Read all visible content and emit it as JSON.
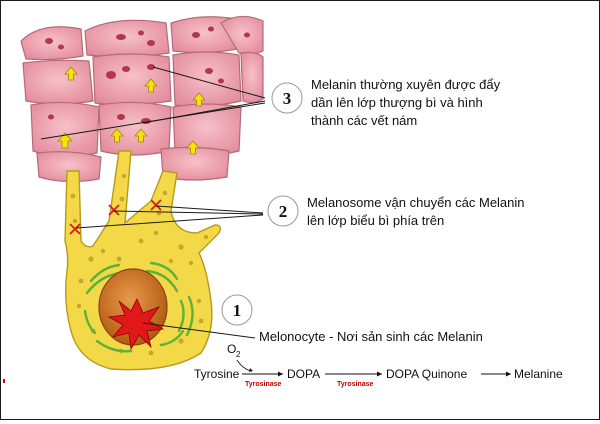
{
  "callouts": [
    {
      "number": "3",
      "lines": [
        "Melanin thường xuyên được đẩy",
        "dần lên lớp thượng bì và hình",
        "thành các vết nám"
      ]
    },
    {
      "number": "2",
      "lines": [
        "Melanosome vận chuyển các Melanin",
        "lên lớp biểu bì phía trên"
      ]
    },
    {
      "number": "1",
      "lines": [
        "Melonocyte - Nơi sản sinh các Melanin"
      ]
    }
  ],
  "pathway": {
    "o2": "O",
    "o2_sub": "2",
    "steps": [
      "Tyrosine",
      "DOPA",
      "DOPA Quinone",
      "Melanine"
    ],
    "enzymes": [
      "Tyrosinase",
      "Tyrosinase"
    ]
  },
  "colors": {
    "cell_fill": "#f0a8b4",
    "cell_stroke": "#b56a78",
    "melanocyte_fill": "#f3d848",
    "melanocyte_stroke": "#b79a1c",
    "granule": "#c7a72a",
    "nucleus": "#c86c1e",
    "melanin_star": "#e01818",
    "arrow_fill": "#f5e10f",
    "enzyme_text": "#c00000"
  }
}
